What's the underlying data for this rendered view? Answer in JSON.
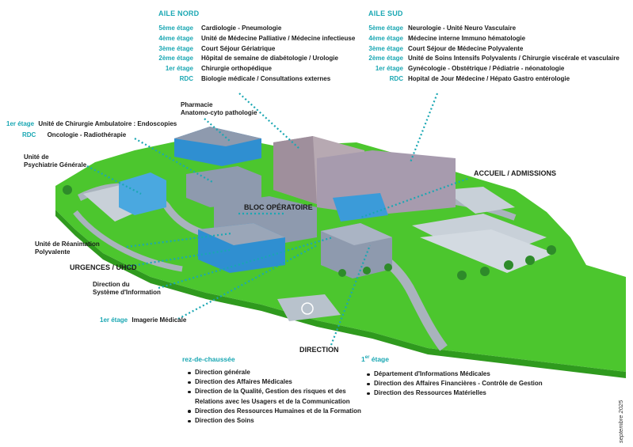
{
  "aile_nord": {
    "title": "AILE NORD",
    "floors": [
      {
        "level": "5ème étage",
        "desc": "Cardiologie - Pneumologie"
      },
      {
        "level": "4ème étage",
        "desc": "Unité de Médecine Palliative / Médecine infectieuse"
      },
      {
        "level": "3ème étage",
        "desc": "Court Séjour Gériatrique"
      },
      {
        "level": "2ème étage",
        "desc": "Hôpital de semaine de diabétologie / Urologie"
      },
      {
        "level": "1er étage",
        "desc": "Chirurgie orthopédique"
      },
      {
        "level": "RDC",
        "desc": "Biologie médicale / Consultations externes"
      }
    ]
  },
  "aile_sud": {
    "title": "AILE SUD",
    "floors": [
      {
        "level": "5ème étage",
        "desc": "Neurologie - Unité Neuro Vasculaire"
      },
      {
        "level": "4ème étage",
        "desc": "Médecine interne Immuno hématologie"
      },
      {
        "level": "3ème étage",
        "desc": "Court Séjour de Médecine Polyvalente"
      },
      {
        "level": "2ème étage",
        "desc": "Unité de Soins Intensifs Polyvalents / Chirurgie viscérale et vasculaire"
      },
      {
        "level": "1er étage",
        "desc": "Gynécologie - Obstétrique / Pédiatrie - néonatologie"
      },
      {
        "level": "RDC",
        "desc": "Hopital de Jour Médecine / Hépato Gastro entérologie"
      }
    ]
  },
  "labels": {
    "pharmacie_1": "Pharmacie",
    "pharmacie_2": "Anatomo-cyto pathologie",
    "ambu_level": "1er étage",
    "ambu_desc": "Unité de Chirurgie Ambulatoire : Endoscopies",
    "onco_level": "RDC",
    "onco_desc": "Oncologie - Radiothérapie",
    "psy_1": "Unité de",
    "psy_2": "Psychiatrie Générale",
    "bloc": "BLOC OPÉRATOIRE",
    "accueil": "ACCUEIL / ADMISSIONS",
    "rea_1": "Unité de Réanimation",
    "rea_2": "Polyvalente",
    "urgences": "URGENCES / UHCD",
    "dsi_1": "Direction du",
    "dsi_2": "Système d'Information",
    "imagerie_level": "1er étage",
    "imagerie_desc": "Imagerie Médicale",
    "direction": "DIRECTION"
  },
  "direction_rdc": {
    "title": "rez-de-chaussée",
    "items": [
      "Direction générale",
      "Direction des Affaires Médicales",
      "Direction de la Qualité, Gestion des risques et des",
      "Relations avec les Usagers et de la Communication",
      "Direction des Ressources Humaines et de la Formation",
      "Direction des Soins"
    ]
  },
  "direction_1er": {
    "title_main": "1",
    "title_sup": "er",
    "title_rest": " étage",
    "items": [
      "Département d'Informations Médicales",
      "Direction des Affaires Financières - Contrôle de Gestion",
      "Direction des Ressources Matérielles"
    ]
  },
  "date": "septembre 2025",
  "colors": {
    "accent": "#1aa7b3",
    "grass": "#4cc62e",
    "grass_dark": "#2f9a1e",
    "road": "#a9b3bd",
    "building": "#8e9aae",
    "glass": "#2f8fd1"
  }
}
